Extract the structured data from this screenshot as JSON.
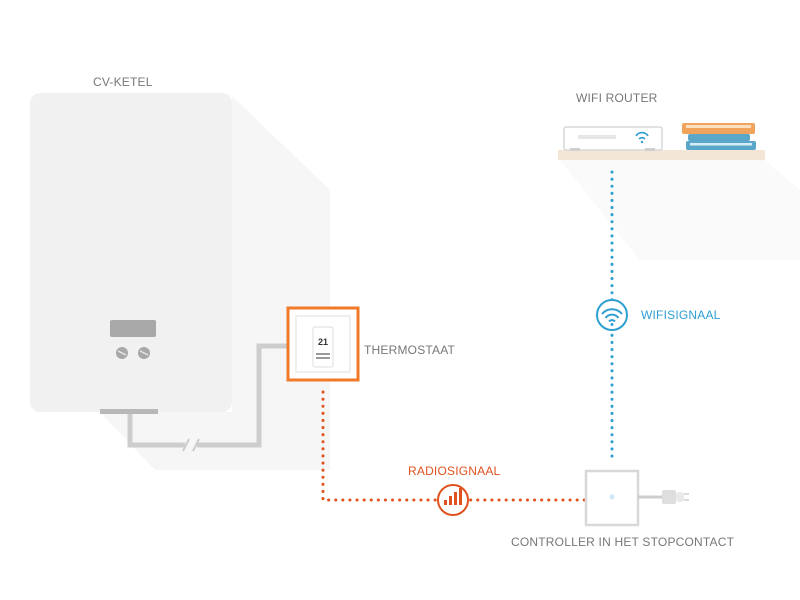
{
  "labels": {
    "boiler": "CV-KETEL",
    "router": "WIFI ROUTER",
    "thermostat": "THERMOSTAAT",
    "wifi_signal": "WIFISIGNAAL",
    "radio_signal": "RADIOSIGNAAL",
    "controller": "CONTROLLER IN HET STOPCONTACT"
  },
  "thermostat_display": "21",
  "colors": {
    "boiler": "#f1f1f1",
    "pipe": "#c9c9c9",
    "thermostat_accent": "#f07a2a",
    "radio_signal": "#e0531f",
    "wifi_signal": "#2f9fd1",
    "label": "#777777",
    "shelf": "#f3e6d6",
    "book_orange": "#f0a35a",
    "book_blue": "#5aa7c9"
  },
  "icons": {
    "wifi": "wifi-icon",
    "radio": "radio-signal-icon",
    "plug": "plug-icon"
  }
}
